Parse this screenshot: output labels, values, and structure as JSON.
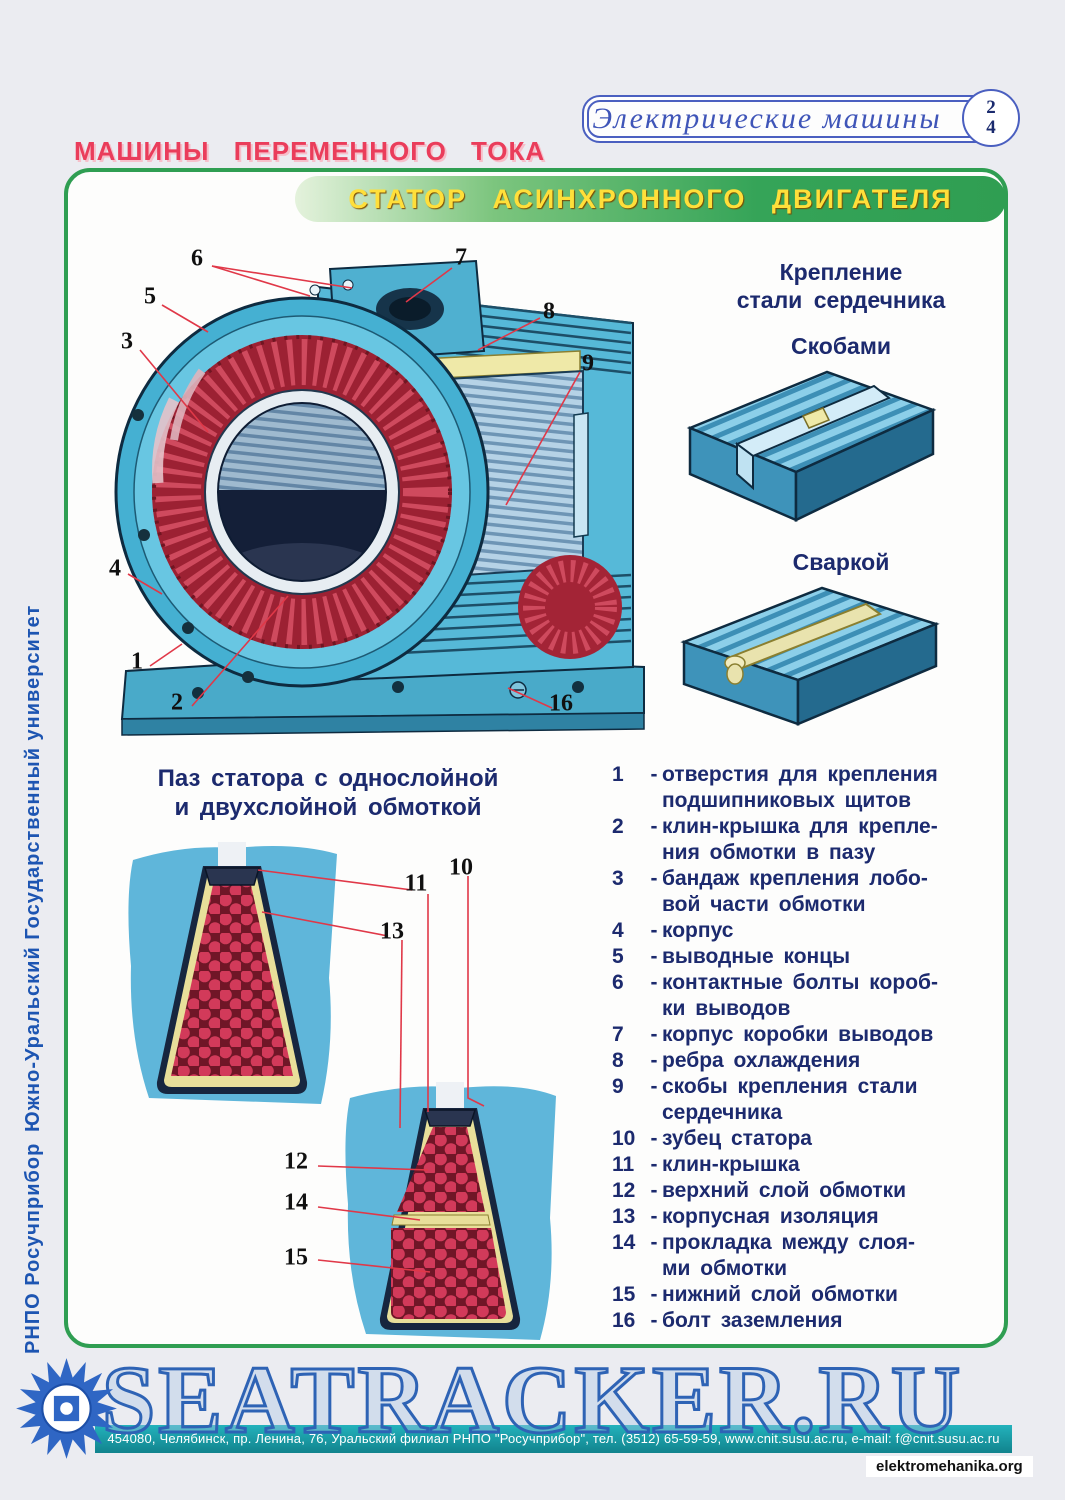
{
  "header": {
    "badge_title": "Электрические машины",
    "badge_num_top": "2",
    "badge_num_bottom": "4",
    "series_title": "МАШИНЫ ПЕРЕМЕННОГО ТОКА",
    "banner_title": "СТАТОР АСИНХРОННОГО ДВИГАТЕЛЯ"
  },
  "sidebar": {
    "org": "РНПО Росучприбор",
    "university": "Южно-Уральский Государственный университет"
  },
  "stator_figure": {
    "callouts": [
      "6",
      "7",
      "8",
      "9",
      "5",
      "3",
      "4",
      "1",
      "2",
      "16"
    ]
  },
  "fastening": {
    "heading_line1": "Крепление",
    "heading_line2": "стали сердечника",
    "method1": "Скобами",
    "method2": "Сваркой"
  },
  "slot_section": {
    "heading_line1": "Паз статора с однослойной",
    "heading_line2": "и двухслойной обмоткой",
    "callouts": [
      "10",
      "11",
      "13",
      "12",
      "14",
      "15"
    ]
  },
  "legend": {
    "dash": "-",
    "items": [
      {
        "num": "1",
        "text": "отверстия для крепления\nподшипниковых щитов"
      },
      {
        "num": "2",
        "text": "клин-крышка для крепле-\nния обмотки в пазу"
      },
      {
        "num": "3",
        "text": "бандаж крепления лобо-\nвой части обмотки"
      },
      {
        "num": "4",
        "text": "корпус"
      },
      {
        "num": "5",
        "text": "выводные концы"
      },
      {
        "num": "6",
        "text": "контактные болты короб-\nки выводов"
      },
      {
        "num": "7",
        "text": "корпус коробки выводов"
      },
      {
        "num": "8",
        "text": "ребра охлаждения"
      },
      {
        "num": "9",
        "text": "скобы крепления стали\nсердечника"
      },
      {
        "num": "10",
        "text": "зубец статора"
      },
      {
        "num": "11",
        "text": "клин-крышка"
      },
      {
        "num": "12",
        "text": "верхний слой обмотки"
      },
      {
        "num": "13",
        "text": "корпусная изоляция"
      },
      {
        "num": "14",
        "text": "прокладка между слоя-\nми обмотки"
      },
      {
        "num": "15",
        "text": "нижний слой обмотки"
      },
      {
        "num": "16",
        "text": "болт заземления"
      }
    ]
  },
  "footer": {
    "address": "454080, Челябинск, пр. Ленина, 76, Уральский филиал РНПО \"Росучприбор\", тел. (3512) 65-59-59, www.cnit.susu.ac.ru, e-mail: f@cnit.susu.ac.ru",
    "watermark": "SEATRACKER.RU",
    "site_label": "elektromehanika.org"
  },
  "colors": {
    "frame_green": "#2f9e52",
    "navy_text": "#1c2a6e",
    "red_title": "#ea3d5b",
    "banner_yellow": "#ffdf3a",
    "badge_blue": "#3f55b8",
    "leader_red": "#e03848",
    "teal_bar": "#17a0ac"
  }
}
